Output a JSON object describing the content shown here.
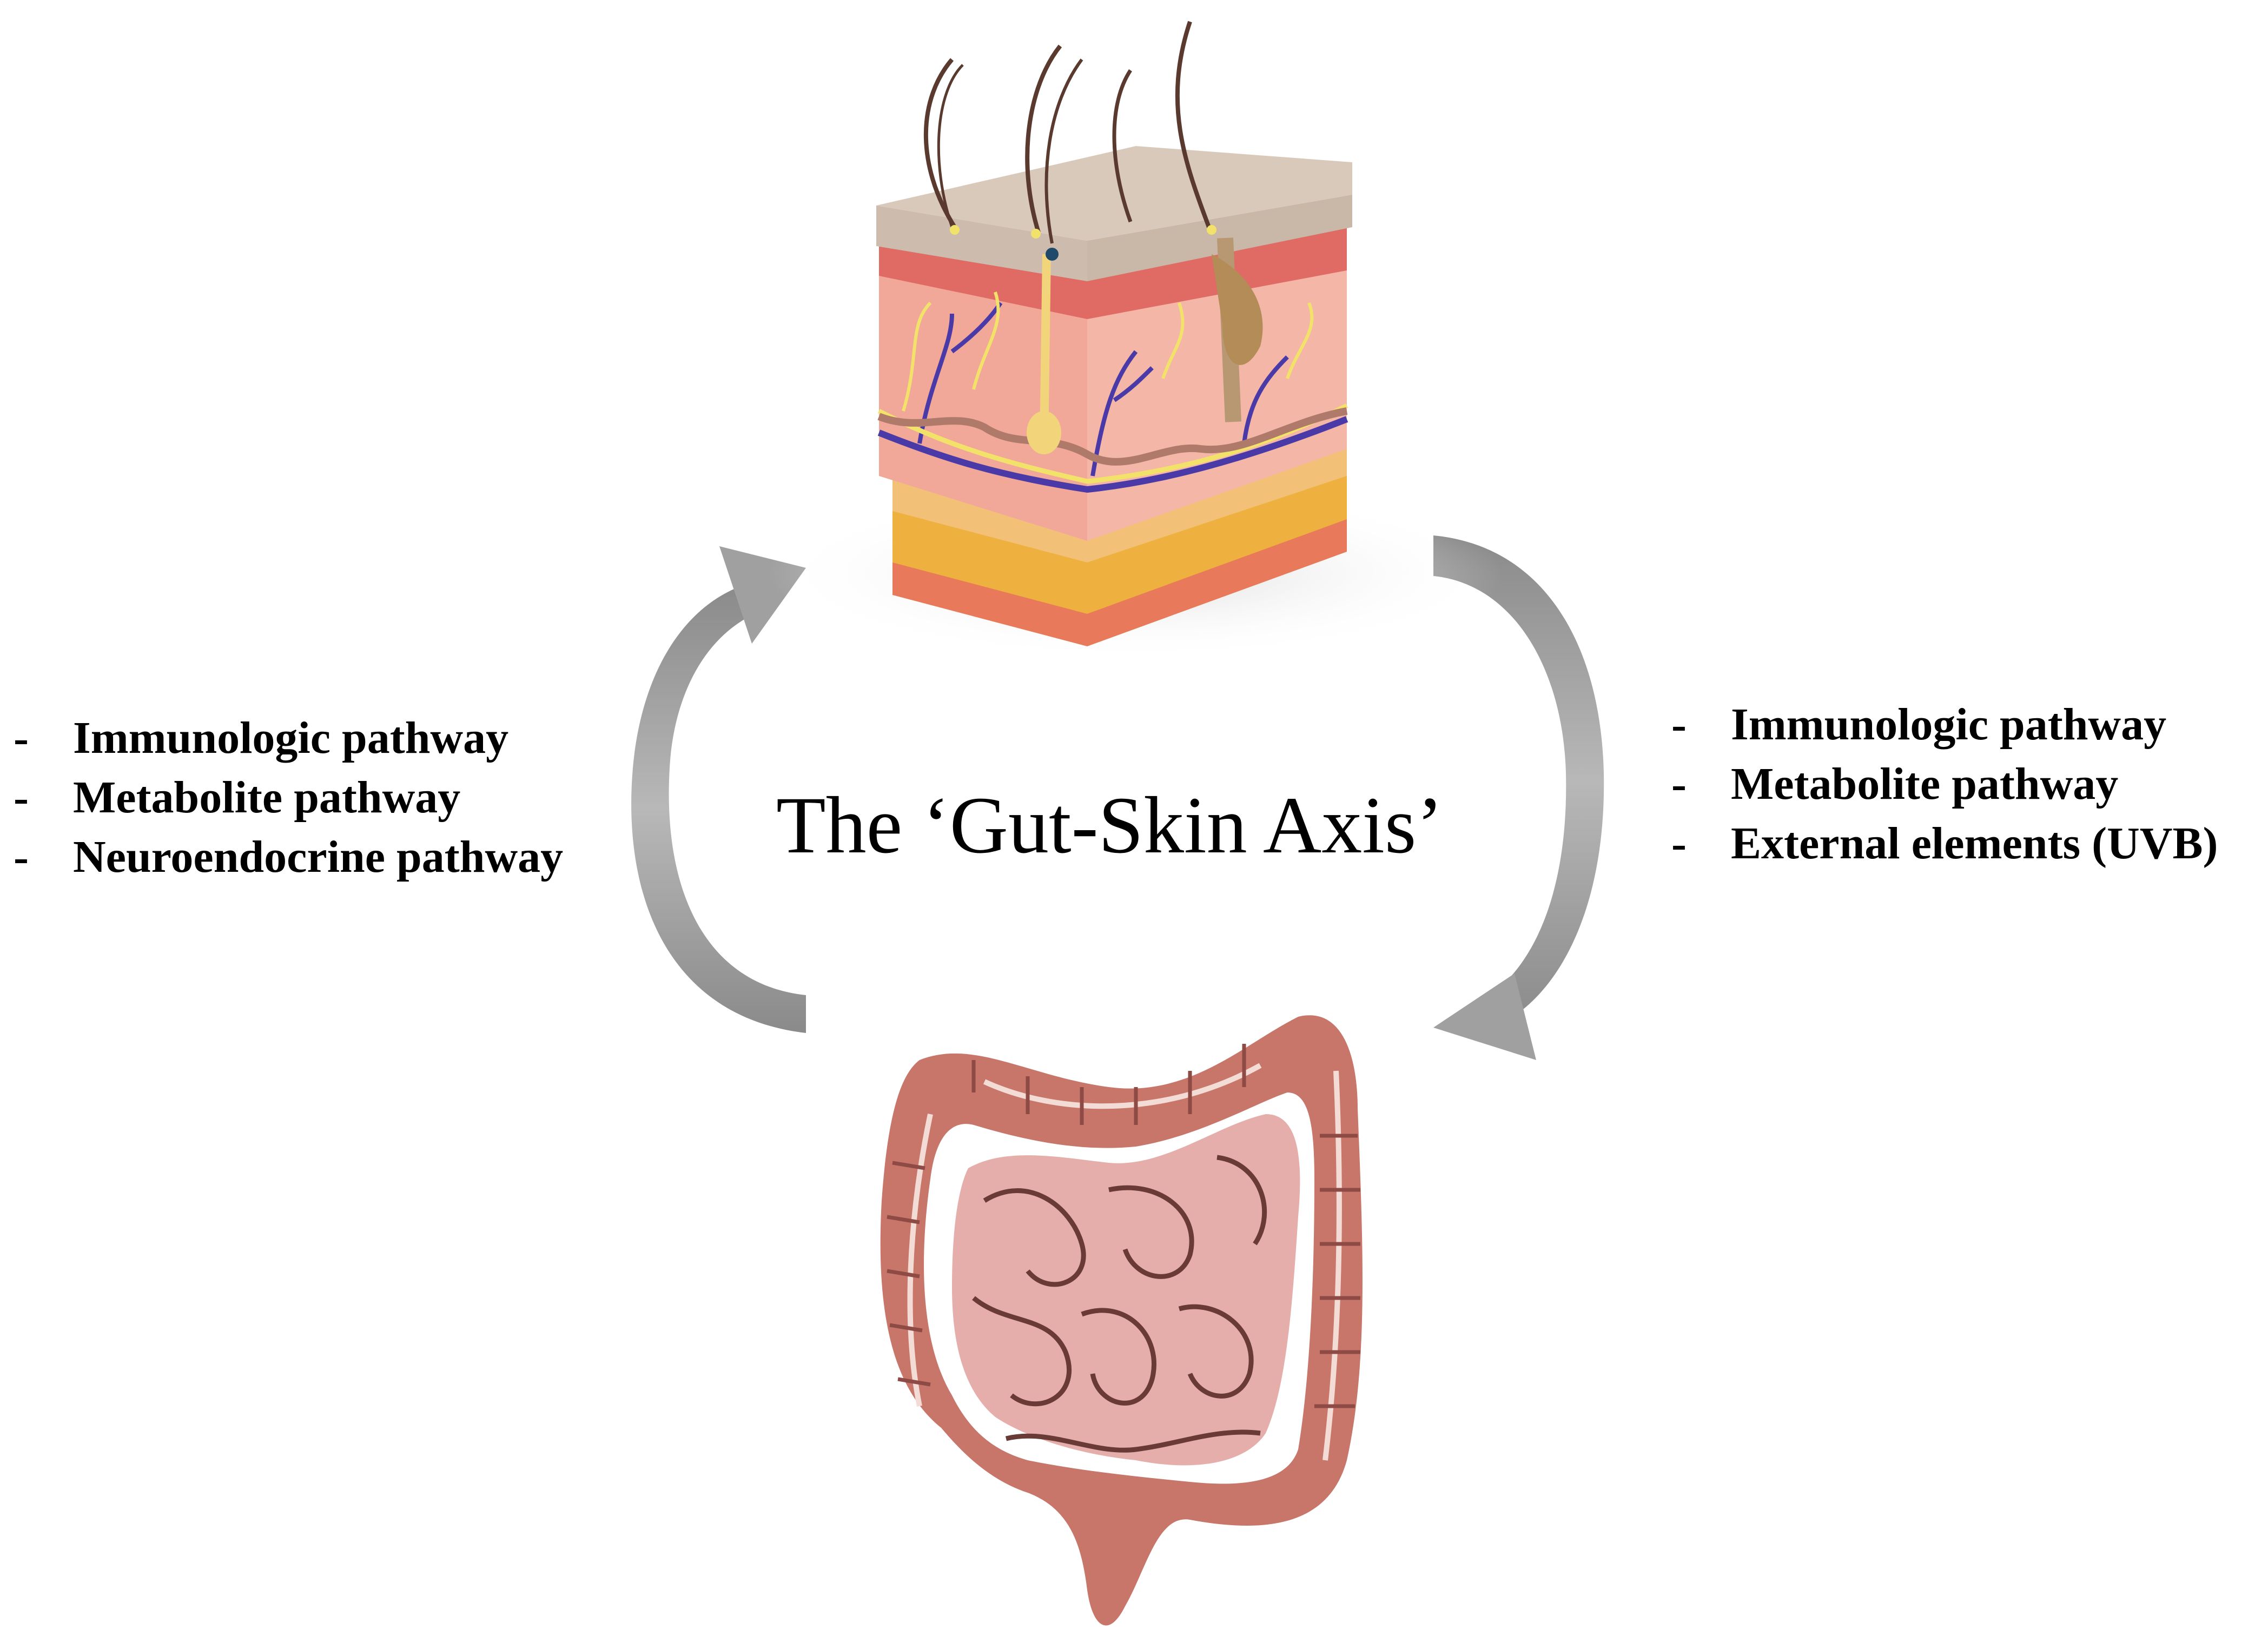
{
  "title": "The ‘Gut-Skin Axis’",
  "left_list": {
    "items": [
      "Immunologic pathway",
      "Metabolite pathway",
      "Neuroendocrine pathway"
    ]
  },
  "right_list": {
    "items": [
      "Immunologic pathway",
      "Metabolite pathway",
      "External elements (UVB)"
    ]
  },
  "bullet": "-",
  "colors": {
    "arrow": "#9a9a9a",
    "skin_top": "#d6c6b6",
    "dermis": "#f4b6a6",
    "epidermis_red": "#e06a64",
    "fat": "#eeb03e",
    "vein": "#4a3aa8",
    "nerve": "#f2e26a",
    "colon": "#c8766a",
    "small_intestine": "#e5aeab"
  },
  "icons": [
    "skin-layers-icon",
    "intestines-icon",
    "cycle-arrow-left-icon",
    "cycle-arrow-right-icon"
  ]
}
